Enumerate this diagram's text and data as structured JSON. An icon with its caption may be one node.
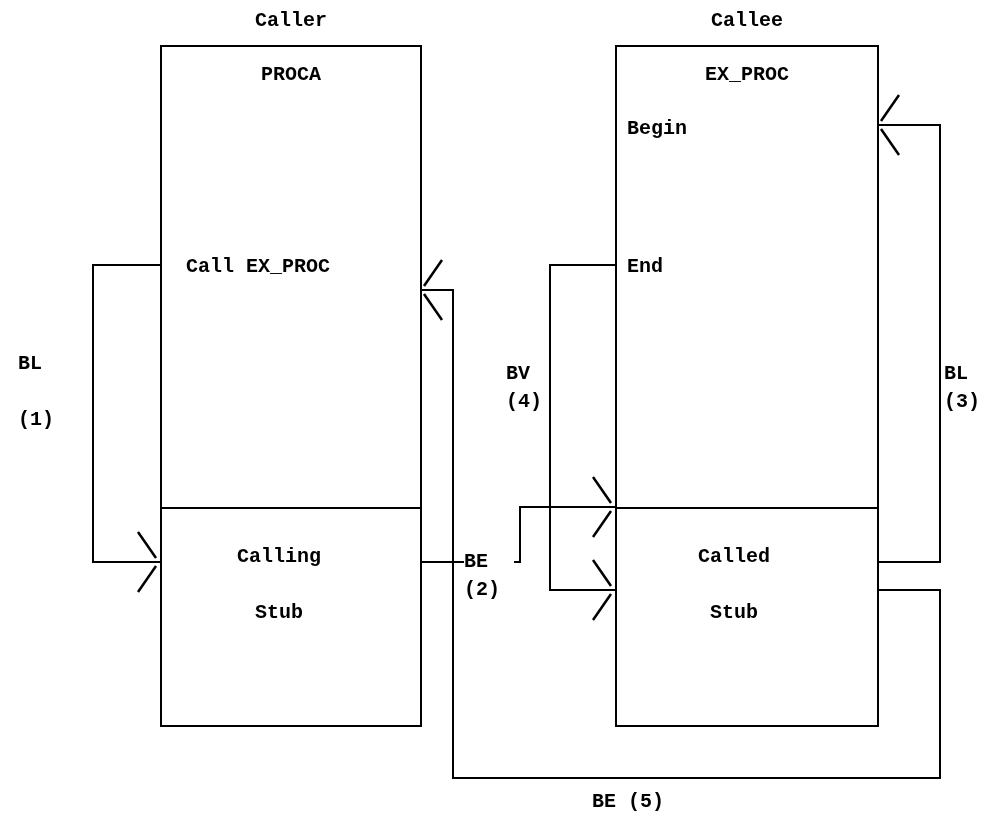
{
  "diagram": {
    "nodes": [
      {
        "text": [
          "PROCA",
          "Call EX_PROC"
        ],
        "beside": [
          "Caller"
        ]
      },
      {
        "text": [
          "Calling Stub"
        ]
      },
      {
        "text": [
          "EX_PROC",
          "Begin",
          "End"
        ],
        "beside": [
          "Callee"
        ]
      },
      {
        "text": [
          "Called Stub"
        ]
      }
    ],
    "edges": [
      {
        "from": 0,
        "to": 1,
        "arrow": "to",
        "label": "BL (1)"
      },
      {
        "from": 1,
        "to": 3,
        "arrow": "to",
        "label": "BE (2)"
      },
      {
        "from": 3,
        "to": 2,
        "arrow": "to",
        "label": "BL (3)"
      },
      {
        "from": 2,
        "to": 3,
        "arrow": "to",
        "label": "BV (4)"
      },
      {
        "from": 3,
        "to": 0,
        "arrow": "to",
        "label": "BE (5)"
      }
    ]
  }
}
